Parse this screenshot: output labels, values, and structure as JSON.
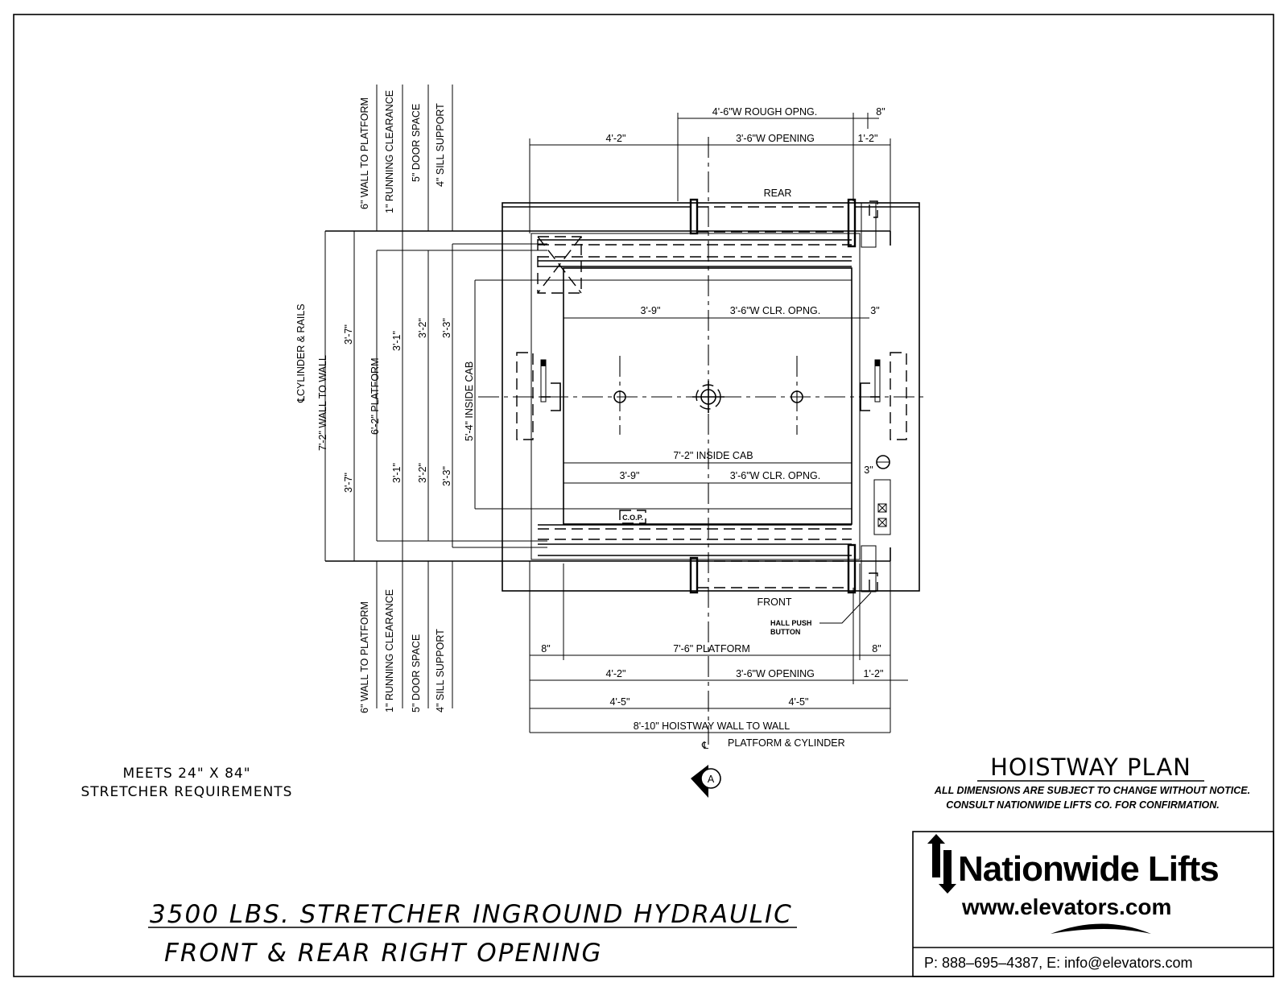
{
  "dimensions": {
    "rough_opening_width": "4'-6\"W ROUGH OPNG.",
    "top_side_8": "8\"",
    "top_left_4_2": "4'-2\"",
    "top_opening": "3'-6\"W OPENING",
    "top_right_1_2": "1'-2\"",
    "rear_clear_left": "3'-9\"",
    "rear_clear_opening": "3'-6\"W CLR. OPNG.",
    "rear_clear_right": "3\"",
    "inside_cab_width": "7'-2\"  INSIDE CAB",
    "front_clear_left": "3'-9\"",
    "front_clear_opening": "3'-6\"W CLR. OPNG.",
    "front_clear_right": "3\"",
    "platform_left_8": "8\"",
    "platform_width": "7'-6\"  PLATFORM",
    "platform_right_8": "8\"",
    "bottom_left_4_2": "4'-2\"",
    "bottom_opening": "3'-6\"W OPENING",
    "bottom_right_1_2": "1'-2\"",
    "half_left": "4'-5\"",
    "half_right": "4'-5\"",
    "hoistway_width": "8'-10\"  HOISTWAY WALL TO WALL",
    "platform_cylinder_center": "PLATFORM & CYLINDER",
    "center_symbol": "℄",
    "wall_to_wall": "7'-2\"  WALL TO WALL",
    "cylinder_rails": "℄CYLINDER & RAILS",
    "upper_3_7": "3'-7\"",
    "lower_3_7": "3'-7\"",
    "platform_depth": "6'-2\"  PLATFORM",
    "upper_3_1": "3'-1\"",
    "lower_3_1": "3'-1\"",
    "upper_3_2": "3'-2\"",
    "lower_3_2": "3'-2\"",
    "upper_3_3": "3'-3\"",
    "lower_3_3": "3'-3\"",
    "inside_cab_depth": "5'-4\"  INSIDE CAB"
  },
  "clearances_top": [
    "6\"  WALL TO PLATFORM",
    "1\"  RUNNING CLEARANCE",
    "5\"  DOOR SPACE",
    "4\"  SILL SUPPORT"
  ],
  "clearances_bottom": [
    "6\"  WALL TO PLATFORM",
    "1\"  RUNNING CLEARANCE",
    "5\"  DOOR SPACE",
    "4\"  SILL SUPPORT"
  ],
  "labels": {
    "rear": "REAR",
    "front": "FRONT",
    "hall_push_button_line1": "HALL PUSH",
    "hall_push_button_line2": "BUTTON",
    "cop": "C.O.P.",
    "side_3": "3\"",
    "section_marker": "A"
  },
  "notes": {
    "stretcher_line1": "MEETS 24\" X 84\"",
    "stretcher_line2": "STRETCHER REQUIREMENTS"
  },
  "title_block": {
    "plan_title": "HOISTWAY  PLAN",
    "disclaimer_line1": "ALL DIMENSIONS ARE SUBJECT TO CHANGE WITHOUT NOTICE.",
    "disclaimer_line2": "CONSULT NATIONWIDE LIFTS CO. FOR CONFIRMATION.",
    "brand": "Nationwide Lifts",
    "website": "www.elevators.com",
    "contact": "P:  888–695–4387,  E:  info@elevators.com"
  },
  "drawing_title": {
    "line1": "3500 LBS. STRETCHER INGROUND HYDRAULIC",
    "line2": "FRONT & REAR RIGHT OPENING"
  }
}
